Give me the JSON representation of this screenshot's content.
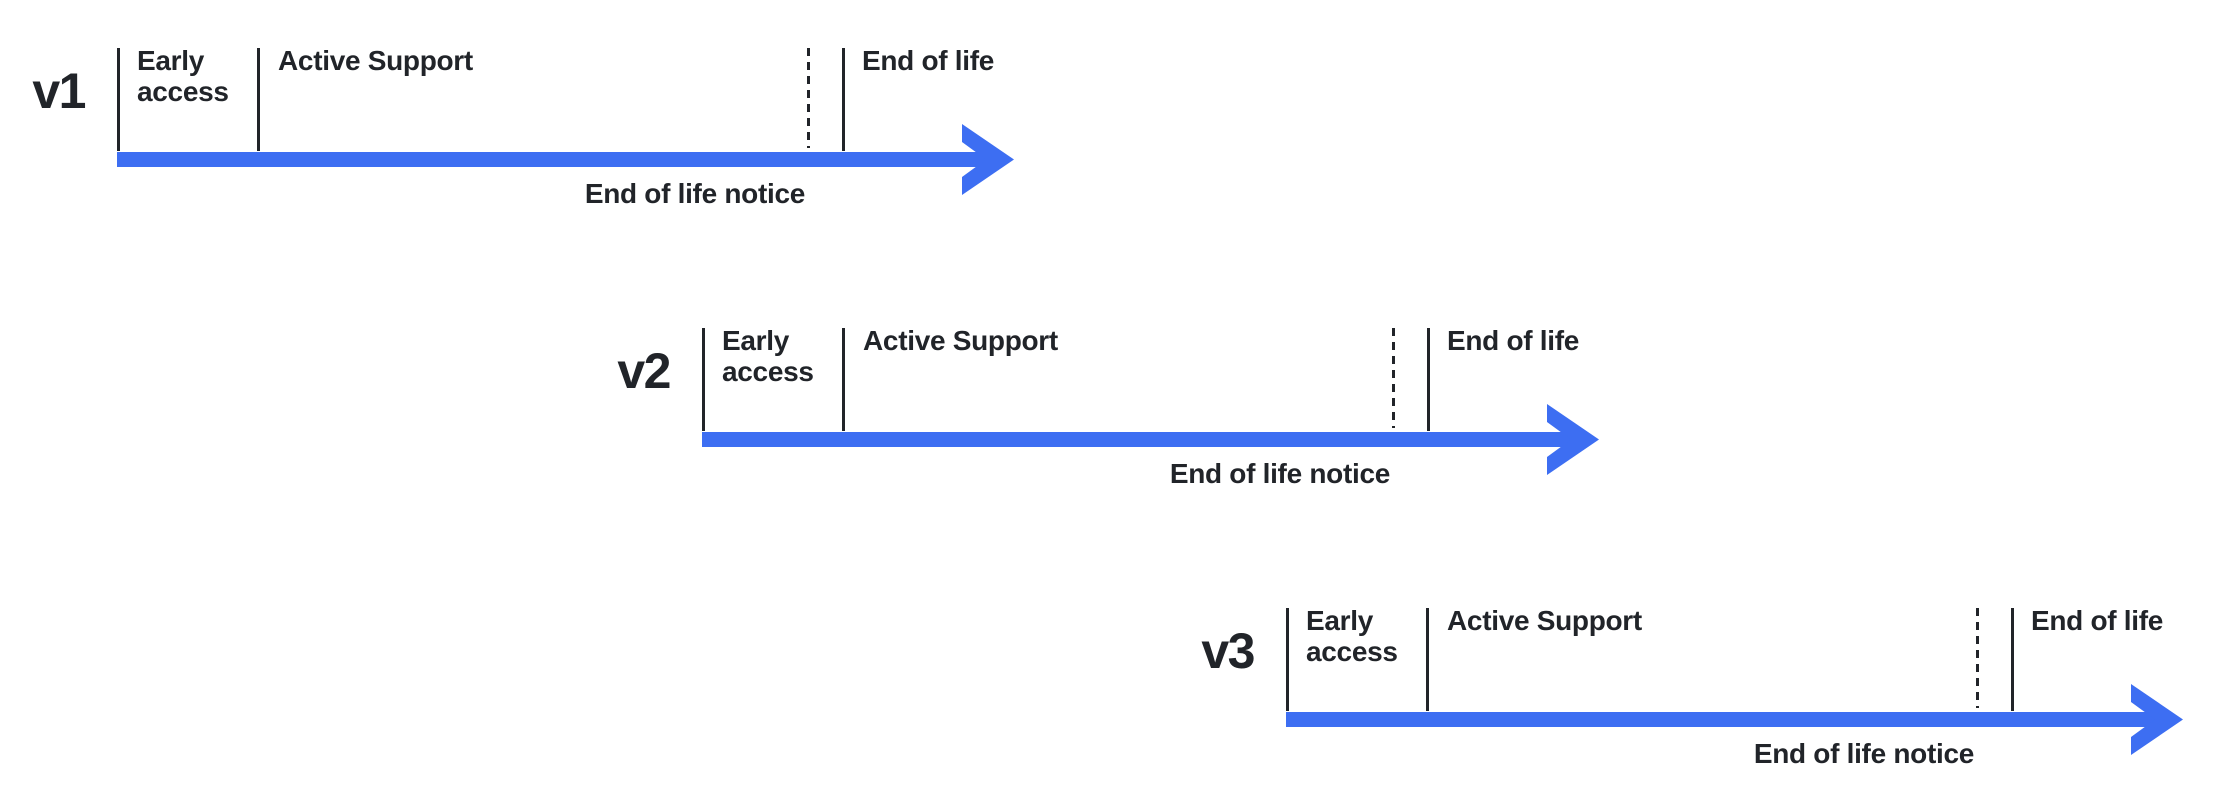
{
  "diagram": {
    "type": "version-lifecycle-timelines",
    "accent_color": "#3D6EF2",
    "line_color": "#212429",
    "background_color": "#ffffff",
    "timelines": [
      {
        "version": "v1",
        "phases": {
          "early_access": "Early access",
          "active_support": "Active Support",
          "end_of_life": "End of life",
          "end_of_life_notice": "End of life notice"
        }
      },
      {
        "version": "v2",
        "phases": {
          "early_access": "Early access",
          "active_support": "Active Support",
          "end_of_life": "End of life",
          "end_of_life_notice": "End of life notice"
        }
      },
      {
        "version": "v3",
        "phases": {
          "early_access": "Early access",
          "active_support": "Active Support",
          "end_of_life": "End of life",
          "end_of_life_notice": "End of life notice"
        }
      }
    ]
  }
}
